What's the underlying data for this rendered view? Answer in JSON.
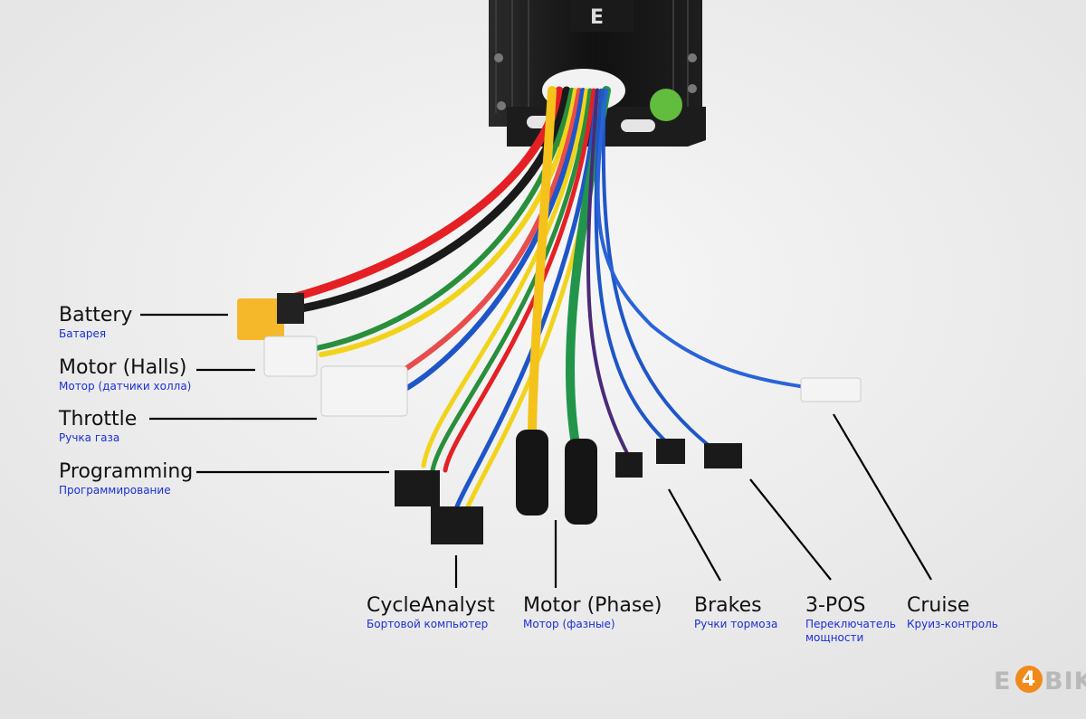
{
  "labels": {
    "battery": {
      "en": "Battery",
      "ru": "Батарея"
    },
    "motor_halls": {
      "en": "Motor (Halls)",
      "ru": "Мотор (датчики холла)"
    },
    "throttle": {
      "en": "Throttle",
      "ru": "Ручка газа"
    },
    "programming": {
      "en": "Programming",
      "ru": "Программирование"
    },
    "cycleanalyst": {
      "en": "CycleAnalyst",
      "ru": "Бортовой компьютер"
    },
    "motor_phase": {
      "en": "Motor (Phase)",
      "ru": "Мотор (фазные)"
    },
    "brakes": {
      "en": "Brakes",
      "ru": "Ручки тормоза"
    },
    "three_pos": {
      "en": "3-POS",
      "ru_line1": "Переключатель",
      "ru_line2": "мощности"
    },
    "cruise": {
      "en": "Cruise",
      "ru": "Круиз-контроль"
    }
  },
  "controller_logo": "E",
  "watermark": {
    "e": "E",
    "four": "4",
    "bike": "BIKE"
  },
  "colors": {
    "background": "#efefef",
    "label_ru": "#1a2fd6",
    "label_en": "#111111",
    "watermark_four": "#f08a1a"
  }
}
